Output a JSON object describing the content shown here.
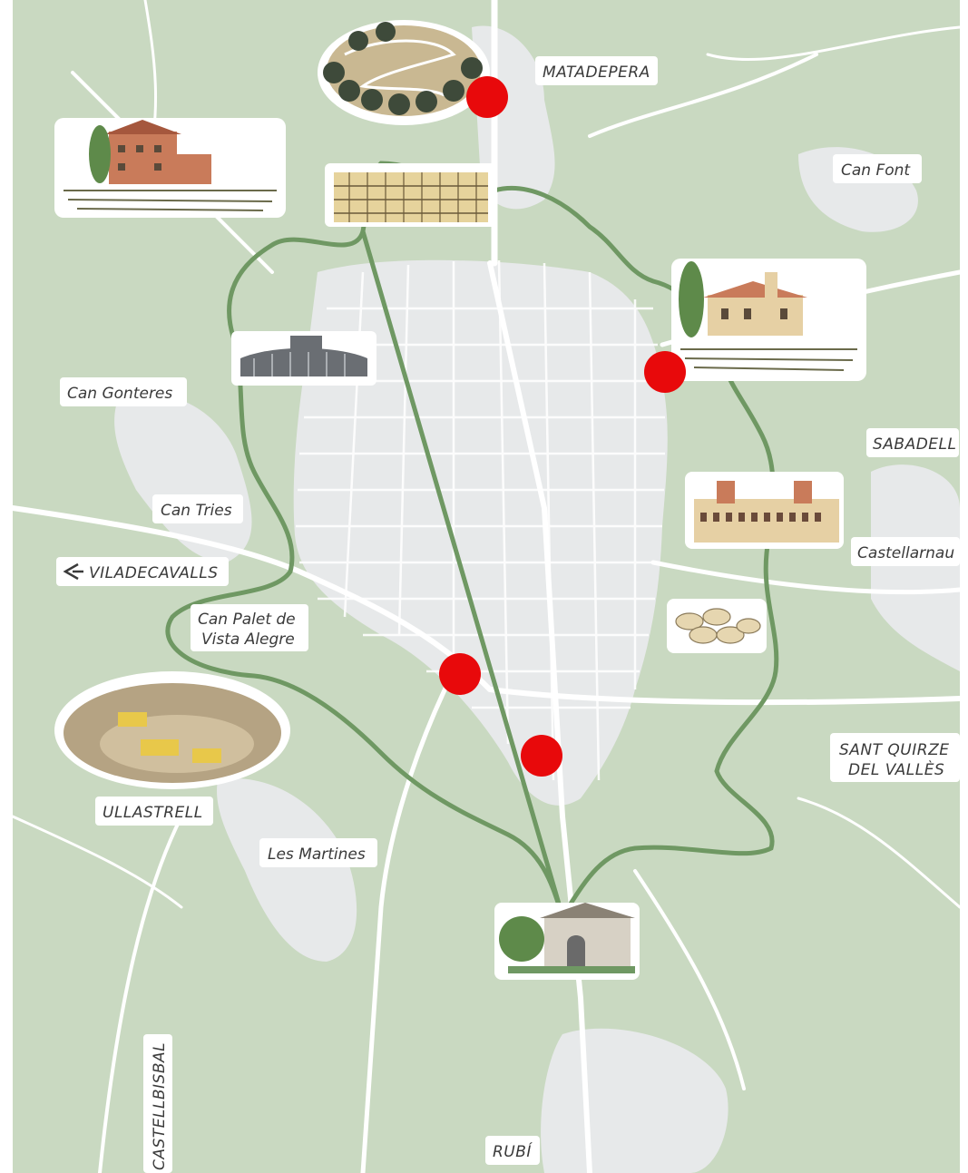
{
  "map": {
    "colors": {
      "land": "#c9d9c1",
      "city_block": "#e7e9ea",
      "road": "#ffffff",
      "ring_path": "#6f9863",
      "marker": "#e8090b"
    },
    "labels": {
      "matadepera": "MATADEPERA",
      "can_font": "Can Font",
      "can_gonteres": "Can Gonteres",
      "sabadell": "SABADELL",
      "can_tries": "Can Tries",
      "castellarnau": "Castellarnau",
      "viladecavalls": "VILADECAVALLS",
      "can_palet_1": "Can Palet de",
      "can_palet_2": "Vista Alegre",
      "sant_quirze_1": "SANT QUIRZE",
      "sant_quirze_2": "DEL VALLÈS",
      "ullastrell": "ULLASTRELL",
      "les_martines": "Les Martines",
      "castellbisbal": "CASTELLBISBAL",
      "rubi": "RUBÍ"
    },
    "icons": [
      "mountain-icon",
      "farmhouse-icon",
      "factory-building-icon",
      "bullring-icon",
      "church-farm-icon",
      "palace-icon",
      "sheep-icon",
      "quarry-icon",
      "chapel-icon",
      "arrow-left-icon"
    ],
    "markers_count": 4
  }
}
